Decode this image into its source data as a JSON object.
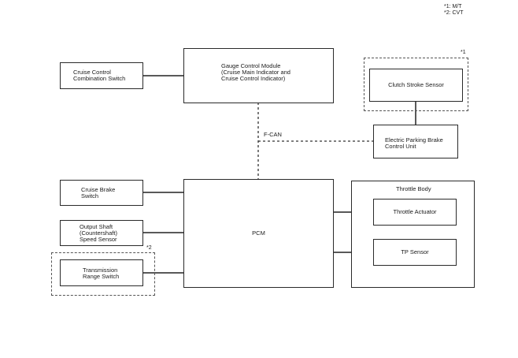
{
  "legend": "*1: M/T\n*2: CVT",
  "notes": {
    "mt": "*1",
    "cvt": "*2"
  },
  "bus_label": "F-CAN",
  "blocks": {
    "cruise_control_combination_switch": "Cruise Control\nCombination Switch",
    "gauge_control_module": "Gauge Control Module\n(Cruise Main Indicator and\nCruise Control Indicator)",
    "clutch_stroke_sensor": "Clutch Stroke Sensor",
    "electric_parking_brake_control_unit": "Electric Parking Brake\nControl Unit",
    "cruise_brake_switch": "Cruise Brake\nSwitch",
    "output_shaft_speed_sensor": "Output Shaft\n(Countershaft)\nSpeed Sensor",
    "transmission_range_switch": "Transmission\nRange Switch",
    "pcm": "PCM",
    "throttle_body": "Throttle Body",
    "throttle_actuator": "Throttle Actuator",
    "tp_sensor": "TP Sensor"
  }
}
